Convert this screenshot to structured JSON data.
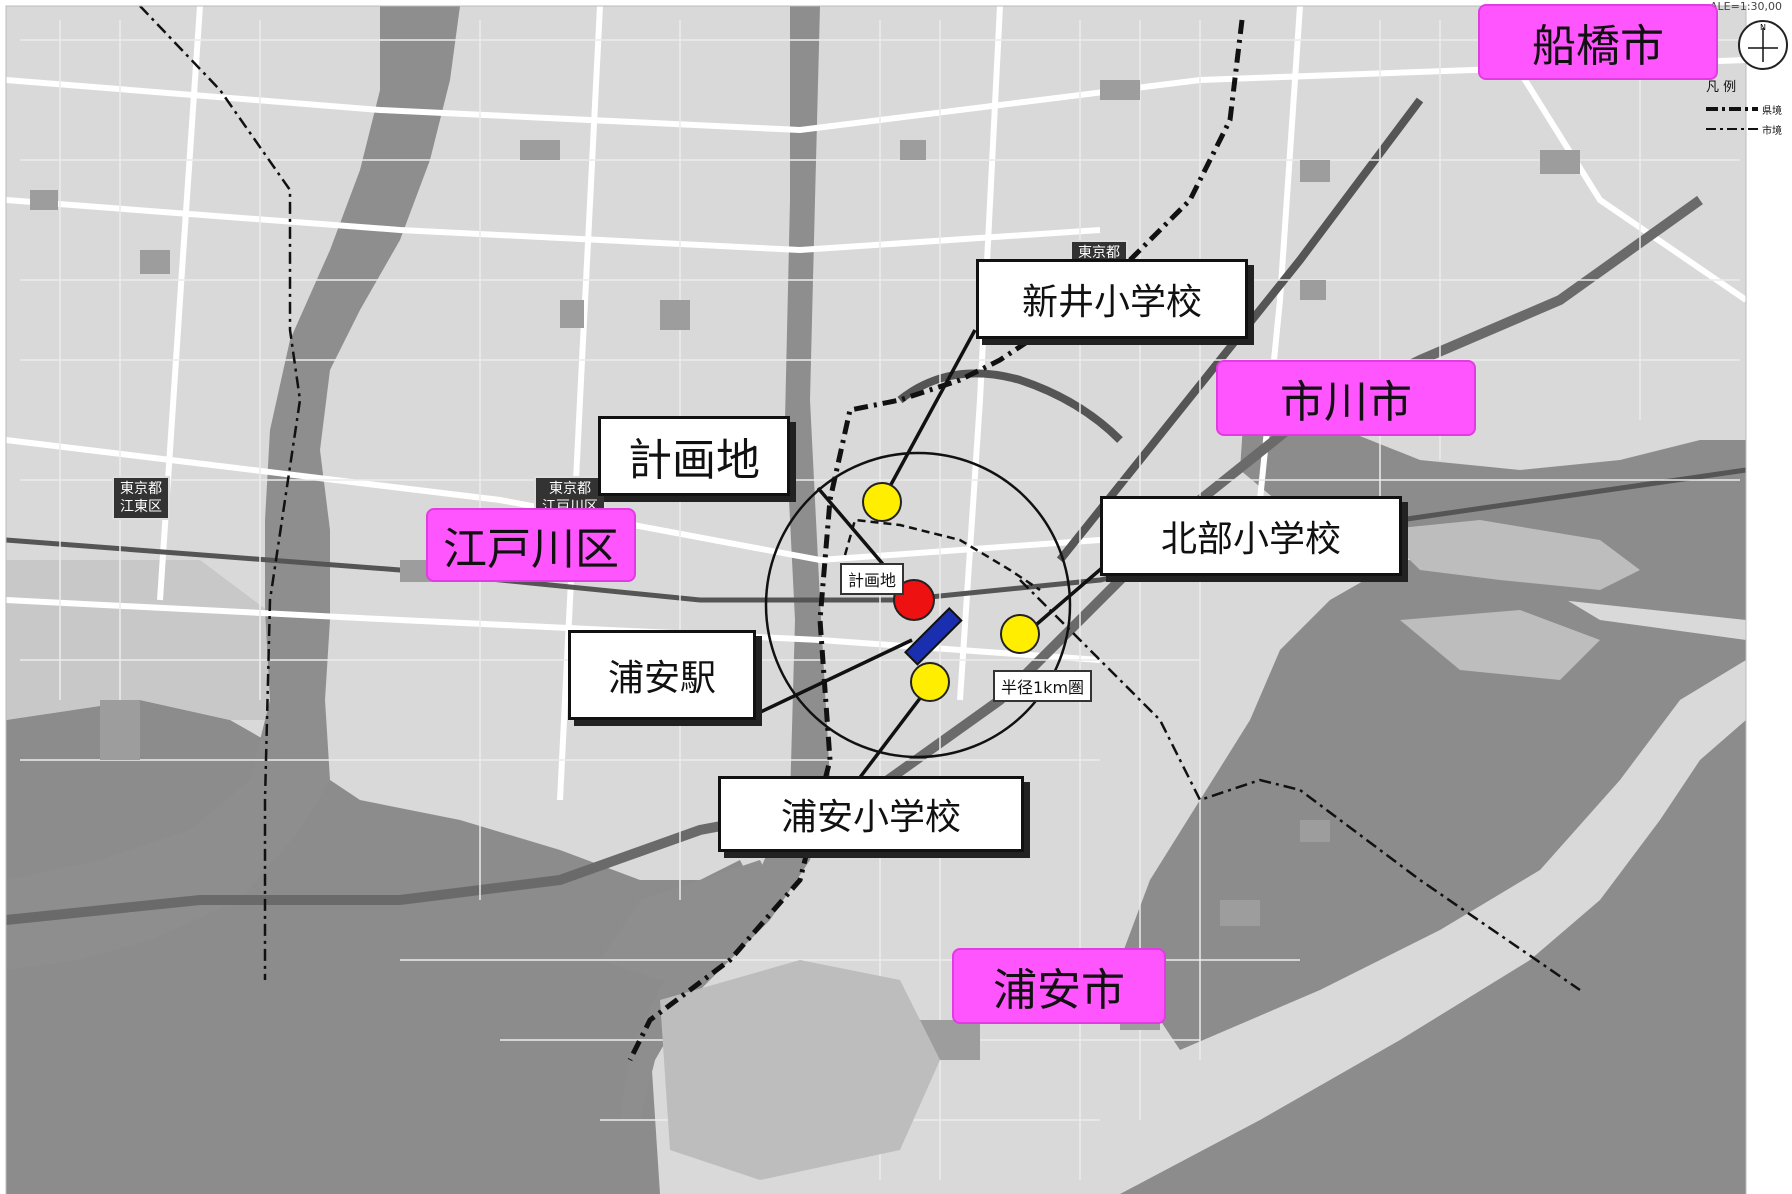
{
  "cities": {
    "funabashi": "船橋市",
    "ichikawa": "市川市",
    "edogawa": "江戸川区",
    "urayasu": "浦安市"
  },
  "callouts": {
    "keikakuchi": "計画地",
    "arai_school": "新井小学校",
    "hokubu_school": "北部小学校",
    "urayasu_station": "浦安駅",
    "urayasu_school": "浦安小学校"
  },
  "map_labels": {
    "keikakuchi_small": "計画地",
    "radius": "半径1km圏",
    "tokyo_koto_1": "東京都",
    "tokyo_koto_2": "江東区",
    "tokyo_edogawa_1": "東京都",
    "tokyo_edogawa_2": "江戸川区",
    "tokyo_top": "東京都",
    "scale": "ALE=1:30,00"
  },
  "legend": {
    "title": "凡 例",
    "prefecture": "県境",
    "city": "市境"
  },
  "compass": {
    "letter": "N"
  },
  "colors": {
    "city_fill": "#ff55ff",
    "site_marker": "#ee1111",
    "school_marker": "#ffee00",
    "station_marker": "#1a2fb0",
    "land": "#d6d6d6",
    "water": "#8f8f8f"
  }
}
